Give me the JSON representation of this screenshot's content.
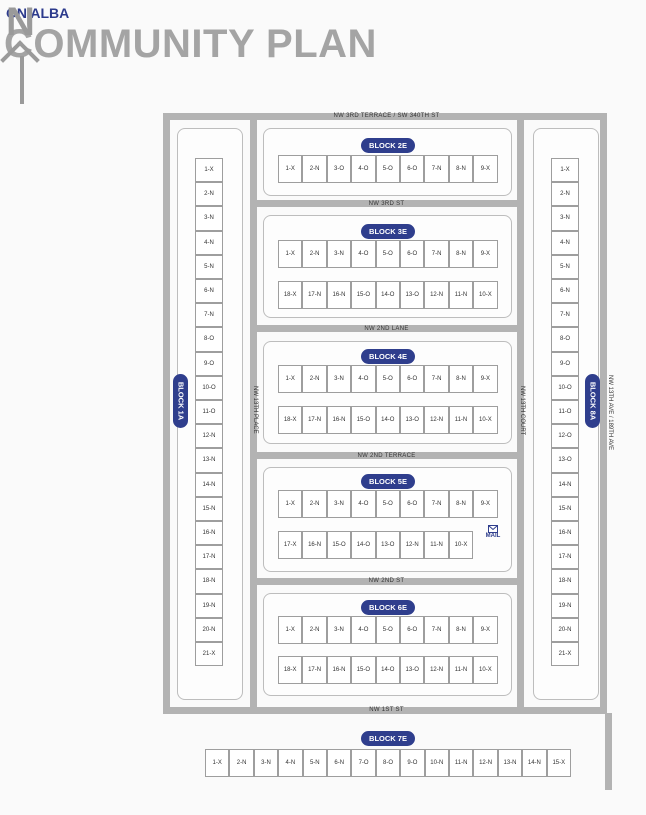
{
  "header": {
    "brand": "ON ALBA",
    "title": "COMMUNITY PLAN"
  },
  "north": {
    "letter": "N"
  },
  "streets": {
    "top": "NW 3RD TERRACE / SW 340TH ST",
    "third_st": "NW 3RD ST",
    "second_lane": "NW 2ND LANE",
    "second_terrace": "NW 2ND TERRACE",
    "second_st": "NW 2ND ST",
    "first_st": "NW 1ST ST",
    "west_place": "NW 13TH PLACE",
    "east_court": "NW 13TH COURT",
    "far_east_ave": "NW 13TH AVE / 189TH AVE"
  },
  "blocks": {
    "block_1a": {
      "label": "BLOCK 1A",
      "lots": [
        "1-X",
        "2-N",
        "3-N",
        "4-N",
        "5-N",
        "6-N",
        "7-N",
        "8-O",
        "9-O",
        "10-O",
        "11-O",
        "12-N",
        "13-N",
        "14-N",
        "15-N",
        "16-N",
        "17-N",
        "18-N",
        "19-N",
        "20-N",
        "21-X"
      ]
    },
    "block_2e": {
      "label": "BLOCK 2E",
      "rows": [
        [
          "1-X",
          "2-N",
          "3-O",
          "4-O",
          "5-O",
          "6-O",
          "7-N",
          "8-N",
          "9-X"
        ]
      ]
    },
    "block_3e": {
      "label": "BLOCK 3E",
      "rows": [
        [
          "1-X",
          "2-N",
          "3-N",
          "4-O",
          "5-O",
          "6-O",
          "7-N",
          "8-N",
          "9-X"
        ],
        [
          "18-X",
          "17-N",
          "16-N",
          "15-O",
          "14-O",
          "13-O",
          "12-N",
          "11-N",
          "10-X"
        ]
      ]
    },
    "block_4e": {
      "label": "BLOCK 4E",
      "rows": [
        [
          "1-X",
          "2-N",
          "3-N",
          "4-O",
          "5-O",
          "6-O",
          "7-N",
          "8-N",
          "9-X"
        ],
        [
          "18-X",
          "17-N",
          "16-N",
          "15-O",
          "14-O",
          "13-O",
          "12-N",
          "11-N",
          "10-X"
        ]
      ]
    },
    "block_5e": {
      "label": "BLOCK 5E",
      "rows": [
        [
          "1-X",
          "2-N",
          "3-N",
          "4-O",
          "5-O",
          "6-O",
          "7-N",
          "8-N",
          "9-X"
        ],
        [
          "17-X",
          "16-N",
          "15-O",
          "14-O",
          "13-O",
          "12-N",
          "11-N",
          "10-X"
        ]
      ],
      "mail_label": "MAIL"
    },
    "block_6e": {
      "label": "BLOCK 6E",
      "rows": [
        [
          "1-X",
          "2-N",
          "3-N",
          "4-O",
          "5-O",
          "6-O",
          "7-N",
          "8-N",
          "9-X"
        ],
        [
          "18-X",
          "17-N",
          "16-N",
          "15-O",
          "14-O",
          "13-O",
          "12-N",
          "11-N",
          "10-X"
        ]
      ]
    },
    "block_7e": {
      "label": "BLOCK 7E",
      "lots": [
        "1-X",
        "2-N",
        "3-N",
        "4-N",
        "5-N",
        "6-N",
        "7-O",
        "8-O",
        "9-O",
        "10-N",
        "11-N",
        "12-N",
        "13-N",
        "14-N",
        "15-X"
      ]
    },
    "block_8a": {
      "label": "BLOCK 8A",
      "lots": [
        "1-X",
        "2-N",
        "3-N",
        "4-N",
        "5-N",
        "6-N",
        "7-N",
        "8-O",
        "9-O",
        "10-O",
        "11-O",
        "12-O",
        "13-O",
        "14-N",
        "15-N",
        "16-N",
        "17-N",
        "18-N",
        "19-N",
        "20-N",
        "21-X"
      ]
    }
  },
  "colors": {
    "accent": "#2f3e8d",
    "title_gray": "#a4a4a4",
    "road": "#b3b3b3"
  },
  "icons": {
    "mail": "mail-envelope-icon",
    "north": "north-arrow-icon"
  }
}
